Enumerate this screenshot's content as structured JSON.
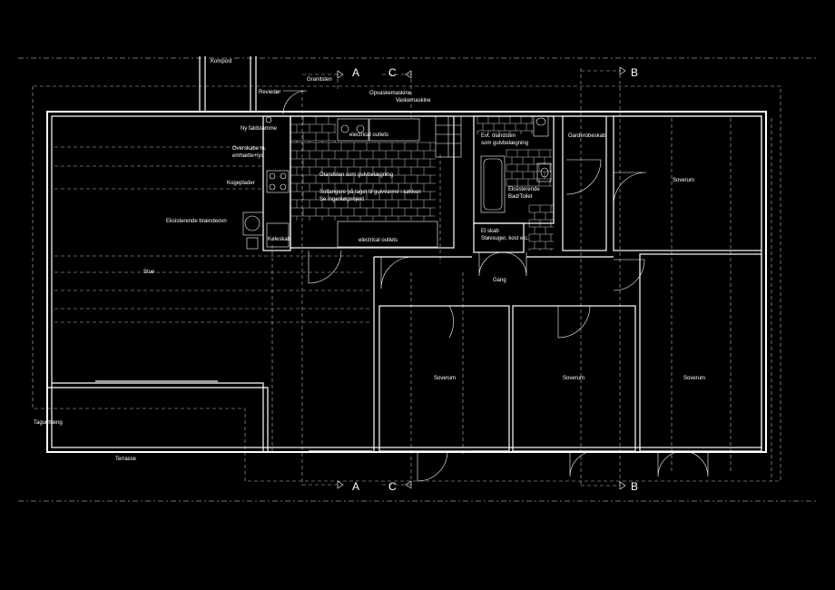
{
  "labels": {
    "kompost": "Kompost",
    "granitsten": "Granitsten",
    "opvaskemaskine": "Opvaskemaskine",
    "vaskemaskine": "Vaskemaskine",
    "reviedor": "Reviedør",
    "ny_faldstamme": "Ny faldstamme",
    "electrical_outlets_top": "electrical outlets",
    "overskabe": "Overskabe m.",
    "emhaette": "emhætte+lys",
    "olandsten_kitchen": "Ölandsten som gulvbelægning",
    "kogeplader": "Kogeplader",
    "solfangere": "Solfangere på taget til gulvvarme i køkken",
    "ingenioer": "Se Ingeniørprojekt",
    "braendeovn": "Eksisterende brændeovn",
    "koleskab": "Køleskab",
    "electrical_outlets_bottom": "electrical outlets",
    "evt_olandsten": "Evt. ölandsten",
    "som_gulvbelaegning": "som gulvbelægning",
    "eksisterende": "Eksisterende",
    "bad_toilet": "Bad/Toilet",
    "el_skab": "El skab",
    "stovsuger": "Støvsuger, kost etc.",
    "gang": "Gang",
    "garderobeskab": "Garderobeskab",
    "stue": "Stue",
    "soverum": "Soverum",
    "tagudhaeng": "Tagudhæng",
    "terrasse": "Terrasse"
  },
  "sections": {
    "a": "A",
    "b": "B",
    "c": "C"
  }
}
